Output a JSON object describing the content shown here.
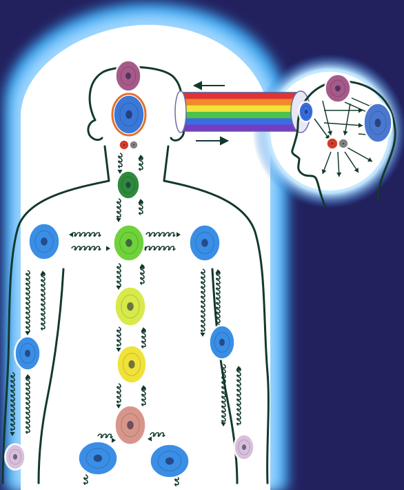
{
  "figure": {
    "background_color": "#23205e",
    "body_aura_color": "#3aa6f0",
    "outline_color": "#12392c",
    "arrow_color": "#12392c"
  },
  "chakras": [
    {
      "id": "crown",
      "color": "#a55a8a"
    },
    {
      "id": "third-eye",
      "color": "#3a78d8"
    },
    {
      "id": "throat",
      "color": "#2e8a3c"
    },
    {
      "id": "heart",
      "color": "#6fd23a"
    },
    {
      "id": "solar-plexus",
      "color": "#d8ea4a"
    },
    {
      "id": "sacral",
      "color": "#f0e238"
    },
    {
      "id": "root",
      "color": "#d8968a"
    }
  ],
  "limb_nodes": {
    "shoulder_color": "#3a8ee6",
    "elbow_color": "#3a8ee6",
    "hip_color": "#3a8ee6",
    "hand_color": "#d8c0dc"
  },
  "light_beam": {
    "colors": [
      "#e03434",
      "#f08a2a",
      "#f2e23a",
      "#4cc24a",
      "#3a6ee0",
      "#7a3ac8"
    ]
  },
  "head_inset": {
    "crown_color": "#a55a8a",
    "eye_color": "#4a78d0",
    "pineal_color": "#e2402a",
    "pituitary_color": "#8a8a8a"
  }
}
